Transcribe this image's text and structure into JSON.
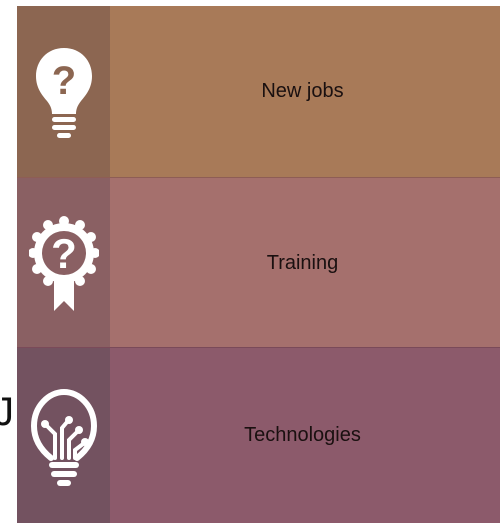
{
  "menu": {
    "items": [
      {
        "label": "New jobs",
        "icon": "lightbulb-question-icon"
      },
      {
        "label": "Training",
        "icon": "award-ribbon-question-icon"
      },
      {
        "label": "Technologies",
        "icon": "circuit-lightbulb-icon"
      }
    ]
  },
  "colors": {
    "row1": "#a87a58",
    "row2": "#a5706d",
    "row3": "#8c5a6b",
    "icon_fg": "#ffffff"
  }
}
